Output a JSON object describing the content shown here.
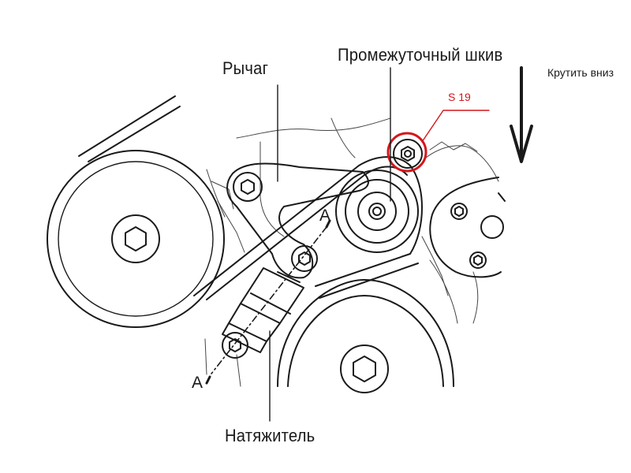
{
  "colors": {
    "line": "#1a1a1a",
    "background": "#ffffff",
    "highlight": "#d4161c"
  },
  "labels": {
    "lever": "Рычаг",
    "idler_pulley": "Промежуточный шкив",
    "turn_down": "Крутить вниз",
    "bolt_size": "S 19",
    "section_top": "A",
    "section_bottom": "A",
    "tensioner": "Натяжитель"
  },
  "icons": {
    "arrow": "arrow-down-icon",
    "bolt": "hex-bolt-icon"
  }
}
